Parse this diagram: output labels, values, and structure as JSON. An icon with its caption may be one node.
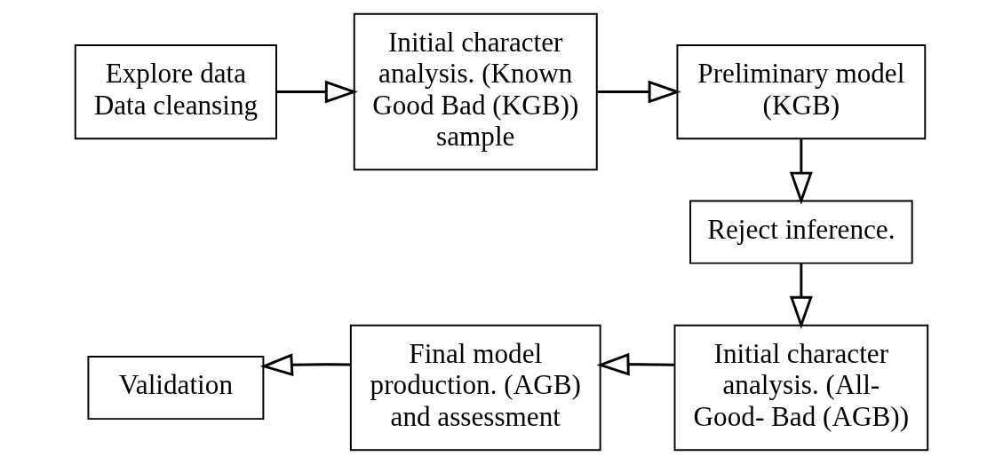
{
  "diagram": {
    "nodes": [
      {
        "text": [
          "Explore data",
          "Data cleansing"
        ]
      },
      {
        "text": [
          "Initial character analysis. (Known Good Bad (KGB)) sample"
        ]
      },
      {
        "text": [
          "Preliminary model (KGB)"
        ]
      },
      {
        "text": [
          "Reject inference."
        ]
      },
      {
        "text": [
          "Initial character analysis. (All- Good- Bad (AGB))"
        ]
      },
      {
        "text": [
          "Final model production. (AGB) and assessment"
        ]
      },
      {
        "text": [
          "Validation"
        ]
      }
    ],
    "edges": [
      {
        "from": 0,
        "to": 1,
        "arrow": "to"
      },
      {
        "from": 1,
        "to": 2,
        "arrow": "to"
      },
      {
        "from": 2,
        "to": 3,
        "arrow": "to"
      },
      {
        "from": 3,
        "to": 4,
        "arrow": "to"
      },
      {
        "from": 4,
        "to": 5,
        "arrow": "to"
      },
      {
        "from": 5,
        "to": 6,
        "arrow": "to"
      }
    ]
  }
}
